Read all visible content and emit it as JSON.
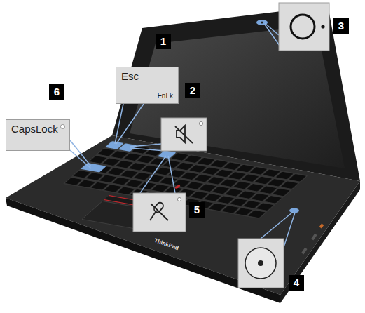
{
  "diagram": {
    "nodes": [
      {
        "text": [
          "Esc",
          "FnLk"
        ]
      },
      {
        "text": [
          "CapsLock"
        ]
      }
    ],
    "labels": [
      "1",
      "2",
      "3",
      "4",
      "5",
      "6",
      "ThinkPad"
    ]
  }
}
